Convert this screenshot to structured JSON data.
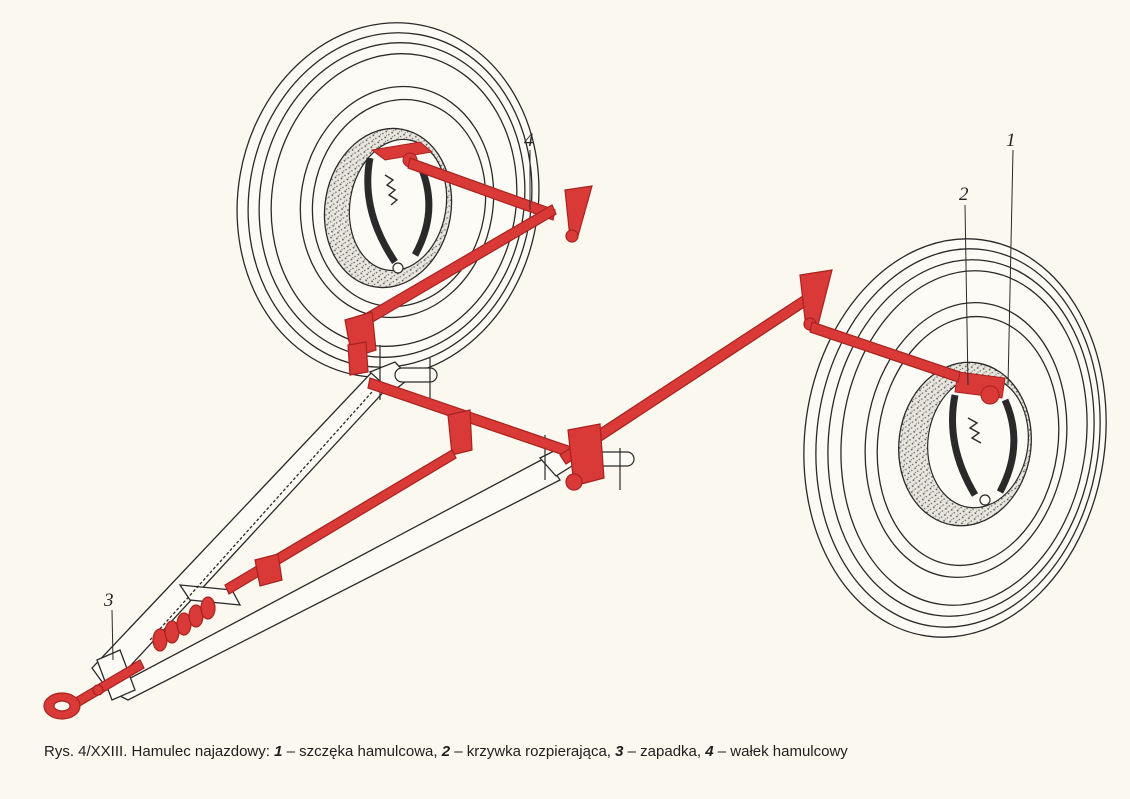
{
  "diagram": {
    "callouts": [
      {
        "id": "1",
        "label": "1"
      },
      {
        "id": "2",
        "label": "2"
      },
      {
        "id": "3",
        "label": "3"
      },
      {
        "id": "4",
        "label": "4"
      }
    ],
    "caption": {
      "prefix": "Rys. 4/XXIII. Hamulec najazdowy:",
      "items": [
        {
          "num": "1",
          "text": "szczęka hamulcowa,"
        },
        {
          "num": "2",
          "text": "krzywka rozpierająca,"
        },
        {
          "num": "3",
          "text": "zapadka,"
        },
        {
          "num": "4",
          "text": "wałek hamulcowy"
        }
      ],
      "separator": "–"
    },
    "colors": {
      "brake_parts": "#d93a37",
      "brake_parts_dark": "#a8221f",
      "outline": "#2a2a2a",
      "background": "#fbf8ef",
      "drum_stipple": "#6e6e6e"
    }
  }
}
